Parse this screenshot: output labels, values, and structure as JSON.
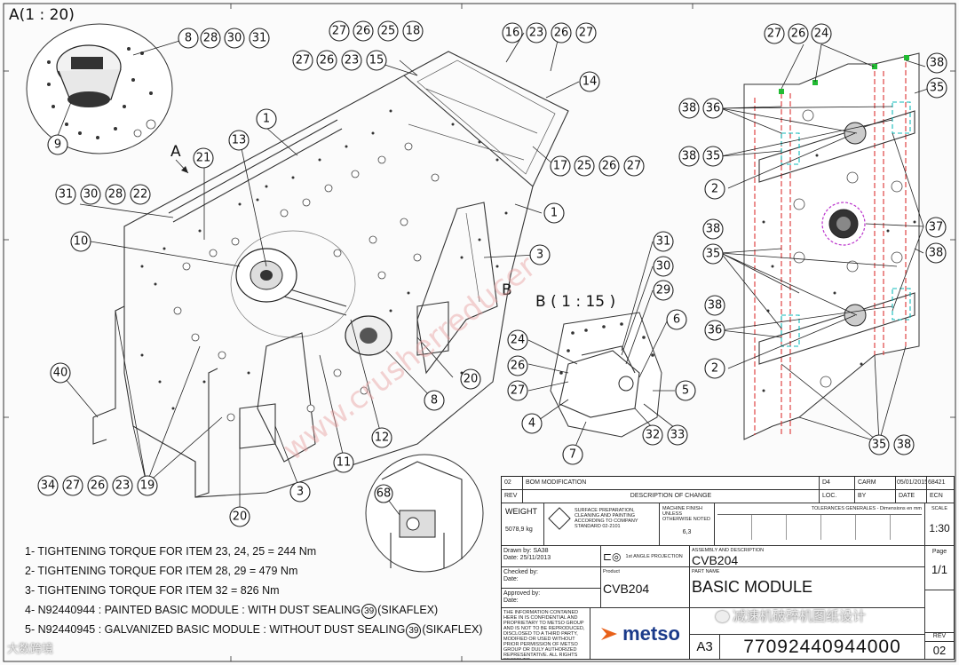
{
  "views": {
    "view_a": "A(1 : 20)",
    "view_b": "B ( 1 : 15 )",
    "label_a": "A",
    "label_b": "B"
  },
  "balloons": {
    "a1": [
      "8",
      "28",
      "30",
      "31"
    ],
    "a2": "9",
    "top1": [
      "27",
      "26",
      "25",
      "18"
    ],
    "top2": [
      "27",
      "26",
      "23",
      "15"
    ],
    "top3": [
      "16",
      "23",
      "26",
      "27"
    ],
    "b14": "14",
    "b1a": "1",
    "b1b": "1",
    "b13": "13",
    "b21": "21",
    "b17": [
      "17",
      "25",
      "26",
      "27"
    ],
    "left1": [
      "31",
      "30",
      "28",
      "22"
    ],
    "b10": "10",
    "b3a": "3",
    "b40": "40",
    "b8": "8",
    "b12": "12",
    "b11": "11",
    "b20a": "20",
    "b20b": "20",
    "b3b": "3",
    "bottom1": [
      "34",
      "27",
      "26",
      "23",
      "19"
    ],
    "b68": "68",
    "bv_right": [
      "31",
      "30",
      "29",
      "6",
      "5"
    ],
    "bv_left": [
      "24",
      "26",
      "27"
    ],
    "bv_bottom": [
      "4",
      "7",
      "32",
      "33"
    ],
    "r_top": [
      "27",
      "26",
      "24"
    ],
    "r38a": "38",
    "r35a": "35",
    "r_3836a": [
      "38",
      "36"
    ],
    "r_3835a": [
      "38",
      "35"
    ],
    "r2a": "2",
    "r37": "37",
    "r38b": "38",
    "r38c": "38",
    "r35b": "35",
    "r38d": "38",
    "r36b": "36",
    "r2b": "2",
    "r_bottom": [
      "35",
      "38"
    ]
  },
  "watermarks": {
    "diagonal": "www.crusherreducer",
    "wechat": "减速机破碎机图纸设计",
    "footer": "大数跨境"
  },
  "notes": {
    "n1": "1- TIGHTENING TORQUE FOR ITEM  23, 24, 25 = 244 Nm",
    "n2": "2- TIGHTENING TORQUE FOR ITEM  28, 29 = 479 Nm",
    "n3": "3- TIGHTENING TORQUE FOR ITEM  32 = 826 Nm",
    "n4a": "4- N92440944  : PAINTED BASIC MODULE : WITH DUST SEALING",
    "n4b": "(SIKAFLEX)",
    "n5a": "5- N92440945  : GALVANIZED BASIC MODULE : WITHOUT DUST SEALING",
    "n5b": "(SIKAFLEX)",
    "circled": "39"
  },
  "title_block": {
    "rev_no": "02",
    "rev_desc": "BOM MODIFICATION",
    "rev_loc": "D4",
    "rev_by": "CARM",
    "rev_date": "05/01/2015",
    "rev_ecn": "68421",
    "h_rev": "REV",
    "h_desc": "DESCRIPTION OF CHANGE",
    "h_loc": "LOC.",
    "h_by": "BY",
    "h_date": "DATE",
    "h_ecn": "ECN",
    "weight_label": "WEIGHT",
    "weight_value": "5078,9 kg",
    "surface_text": "SURFACE PREPARATION, CLEANING AND PAINTING ACCORDING TO COMPANY STANDARD 02-2101",
    "finish_text": "MACHINE FINISH UNLESS OTHERWISE NOTED",
    "ra": "6,3",
    "tolerances": "TOLERANCES GENERALES - Dimensions en mm",
    "scale_label": "SCALE",
    "scale_value": "1:30",
    "drawn_by": "Drawn by: SA38",
    "drawn_date": "Date: 25/11/2013",
    "projection": "1st ANGLE PROJECTION",
    "assembly_label": "ASSEMBLY AND DESCRIPTION",
    "assembly_value": "CVB204",
    "checked_by": "Checked by:",
    "checked_date": "Date:",
    "product_label": "Product",
    "product_value": "CVB204",
    "part_name_label": "PART NAME",
    "part_name_value": "BASIC MODULE",
    "approved_by": "Approved by:",
    "approved_date": "Date:",
    "page_label": "Page",
    "page_value": "1/1",
    "confidential": "THE INFORMATION CONTAINED HERE IN IS CONFIDENTIAL AND PROPRIETARY TO METSO GROUP AND IS NOT TO BE REPRODUCED, DISCLOSED TO A THIRD PARTY, MODIFIED OR USED WITHOUT PRIOR PERMISSION OF METSO GROUP OR DULY AUTHORIZED REPRESENTATIVE. ALL RIGHTS RESERVED.",
    "logo": "metso",
    "size": "A3",
    "dwg_no": "77092440944000",
    "dwg_rev": "02",
    "rev_label": "REV"
  }
}
